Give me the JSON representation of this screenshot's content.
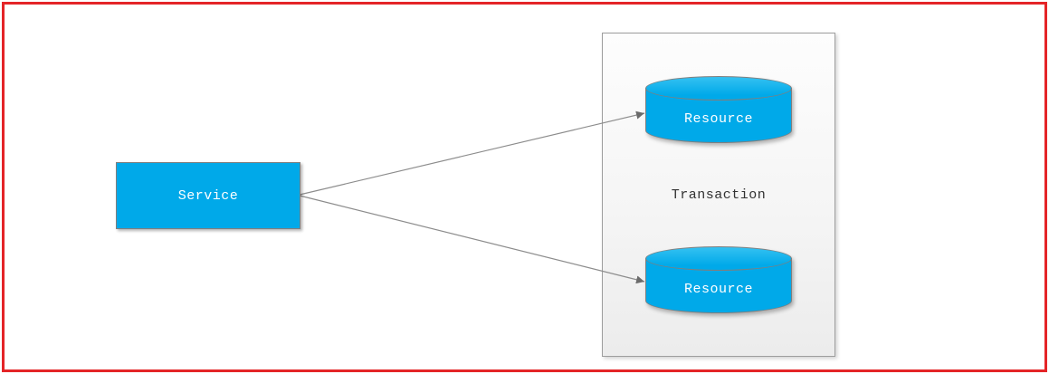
{
  "diagram": {
    "canvas": {
      "border_color": "#e42527",
      "background": "#ffffff"
    },
    "service": {
      "label": "Service",
      "fill": "#00a9e9",
      "text_color": "#ffffff"
    },
    "transaction": {
      "label": "Transaction",
      "fill": "#f5f5f5",
      "border_color": "#9e9e9e",
      "text_color": "#333333"
    },
    "resources": [
      {
        "label": "Resource",
        "fill": "#00a9e9",
        "text_color": "#ffffff"
      },
      {
        "label": "Resource",
        "fill": "#00a9e9",
        "text_color": "#ffffff"
      }
    ],
    "connectors": [
      {
        "from": "service",
        "to": "resource-1",
        "color": "#8c8c8c"
      },
      {
        "from": "service",
        "to": "resource-2",
        "color": "#8c8c8c"
      }
    ]
  }
}
